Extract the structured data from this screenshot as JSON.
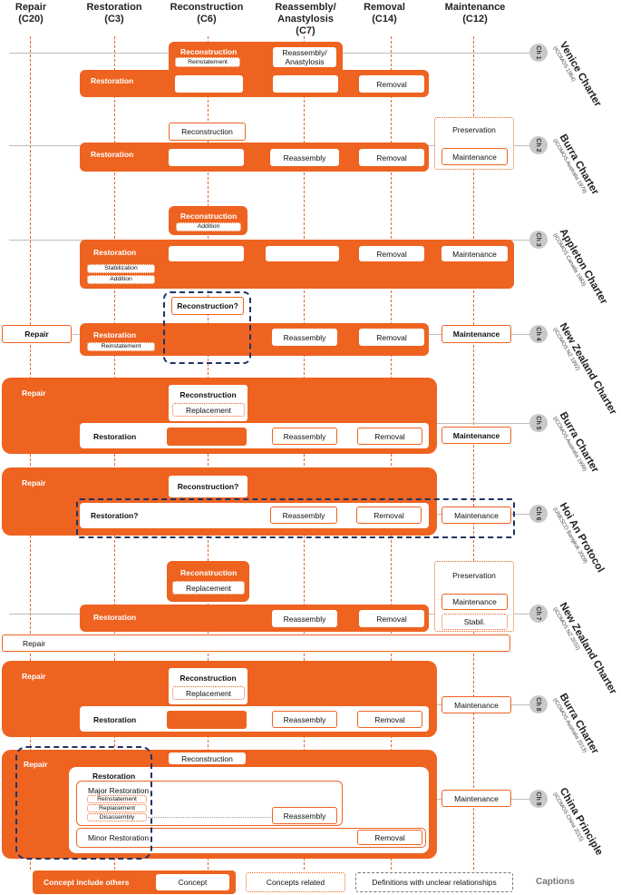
{
  "columns": [
    {
      "name": "Repair",
      "code": "(C20)"
    },
    {
      "name": "Restoration",
      "code": "(C3)"
    },
    {
      "name": "Reconstruction",
      "code": "(C6)"
    },
    {
      "name": "Reassembly/ Anastylosis",
      "code": "(C7)"
    },
    {
      "name": "Removal",
      "code": "(C14)"
    },
    {
      "name": "Maintenance",
      "code": "(C12)"
    }
  ],
  "charters": [
    {
      "ch": "Ch 1",
      "title": "Venice Charter",
      "source": "(ICOMOS 1964)"
    },
    {
      "ch": "Ch 2",
      "title": "Burra Charter",
      "source": "(ICOMOS Australia 1979)"
    },
    {
      "ch": "Ch 3",
      "title": "Appleton Charter",
      "source": "(ICOMOS Canada 1983)"
    },
    {
      "ch": "Ch 4",
      "title": "New Zealand Charter",
      "source": "(ICOMOS NZ 1992)"
    },
    {
      "ch": "Ch 5",
      "title": "Burra Charter",
      "source": "(ICOMOS Australia 1999)"
    },
    {
      "ch": "Ch 6",
      "title": "Hoi An Protocol",
      "source": "(UNESCO Bangkok 2009)"
    },
    {
      "ch": "Ch 7",
      "title": "New Zealand Charter",
      "source": "(ICOMOS NZ 2010)"
    },
    {
      "ch": "Ch 8",
      "title": "Burra Charter",
      "source": "(ICOMOS Australia 2013)"
    },
    {
      "ch": "Ch 9",
      "title": "China Principle",
      "source": "(ICOMOS China 2015)"
    }
  ],
  "labels": {
    "reconstruction": "Reconstruction",
    "reconstruction_q": "Reconstruction?",
    "reinstatement": "Reinstatement",
    "reassembly_anastylosis": "Reassembly/ Anastylosis",
    "reassembly": "Reassembly",
    "restoration": "Restoration",
    "restoration_q": "Restoration?",
    "removal": "Removal",
    "preservation": "Preservation",
    "maintenance": "Maintenance",
    "addition": "Addition",
    "stabilization": "Stabilization",
    "repair": "Repair",
    "replacement": "Replacement",
    "stabil": "Stabil.",
    "major_restoration": "Major Restoration",
    "minor_restoration": "Minor Restoration",
    "disassembly": "Disassembly"
  },
  "legend": {
    "include_others": "Concept include others",
    "concept": "Concept",
    "related": "Concepts related",
    "unclear": "Definitions with  unclear relationships",
    "captions": "Captions"
  },
  "colors": {
    "orange": "#ee6320",
    "dashed_navy": "#1f3366",
    "grey_line": "#bdbdbd"
  }
}
